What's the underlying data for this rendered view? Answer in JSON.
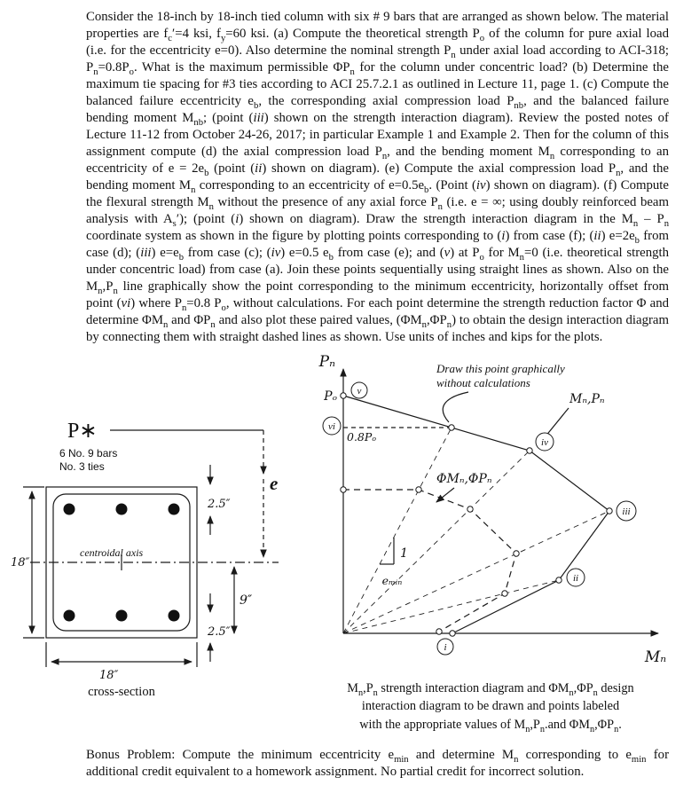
{
  "page": {
    "body_html": "Consider the 18-inch by 18-inch tied column with six # 9 bars that are arranged as shown below. The material properties are f<sub>c</sub>′=4 ksi, f<sub>y</sub>=60 ksi. (a) Compute the theoretical strength P<sub>o</sub> of the column for pure axial load (i.e. for the eccentricity e=0). Also determine the nominal strength P<sub>n</sub> under axial load according to ACI-318; P<sub>n</sub>=0.8P<sub>o</sub>. What is the maximum permissible ΦP<sub>n</sub> for the column under concentric load? (b) Determine the maximum tie spacing for #3 ties according to ACI 25.7.2.1 as outlined in Lecture 11, page 1. (c) Compute the balanced failure eccentricity e<sub>b</sub>, the corresponding axial compression load P<sub>nb</sub>, and the balanced failure bending moment M<sub>nb</sub>; (point (<i>iii</i>) shown on the strength interaction diagram). Review the posted notes of Lecture 11-12 from October 24-26, 2017; in particular Example 1 and Example 2. Then for the column of this assignment compute (d) the axial compression load P<sub>n</sub>, and the bending moment M<sub>n</sub> corresponding to an eccentricity of e = 2e<sub>b</sub> (point (<i>ii</i>) shown on diagram). (e) Compute the axial compression load P<sub>n</sub>, and the bending moment M<sub>n</sub> corresponding to an eccentricity of e=0.5e<sub>b</sub>. (Point (<i>iv</i>) shown on diagram). (f) Compute the flexural strength M<sub>n</sub> without the presence of any axial force P<sub>n</sub> (i.e. e = ∞; using doubly reinforced beam analysis with A<sub>s</sub>′); (point (<i>i</i>) shown on diagram). Draw the strength interaction diagram in the M<sub>n</sub> – P<sub>n</sub> coordinate system as shown in the figure by plotting points corresponding to (<i>i</i>) from case (f); (<i>ii</i>) e=2e<sub>b</sub> from case (d); (<i>iii</i>) e=e<sub>b</sub> from case (c); (<i>iv</i>) e=0.5 e<sub>b</sub> from case (e); and (<i>v</i>) at P<sub>o</sub> for M<sub>n</sub>=0 (i.e. theoretical strength under concentric load) from case (a). Join these points sequentially using straight lines as shown. Also on the M<sub>n</sub>,P<sub>n</sub> line graphically show the point corresponding to the minimum eccentricity, horizontally offset from point (<i>vi</i>) where P<sub>n</sub>=0.8 P<sub>o</sub>, without calculations. For each point determine the strength reduction factor Φ and determine ΦM<sub>n</sub> and ΦP<sub>n</sub> and also plot these paired values, (ΦM<sub>n</sub>,ΦP<sub>n</sub>) to obtain the design interaction diagram by connecting them with straight dashed lines as shown. Use units of inches and kips for the plots.",
    "bonus_html": "Bonus Problem: Compute the minimum eccentricity e<sub>min</sub> and determine M<sub>n</sub> corresponding to e<sub>min</sub> for additional credit equivalent to a homework assignment. No partial credit for incorrect solution."
  },
  "figure": {
    "cross_section": {
      "load_label": "P∗",
      "bars_label": "6 No. 9 bars",
      "ties_label": "No. 3 ties",
      "e_label": "e",
      "top_cover": "2.5″",
      "half_depth": "9″",
      "bottom_cover": "2.5″",
      "height_dim": "18″",
      "width_dim": "18″",
      "centroid_label": "centroidal axis",
      "caption": "cross-section"
    },
    "diagram": {
      "y_axis": "Pₙ",
      "x_axis": "Mₙ",
      "po": "Pₒ",
      "po8": "0.8Pₒ",
      "curve": "Mₙ,Pₙ",
      "design": "ΦMₙ,ΦPₙ",
      "emin": "eₘᵢₙ",
      "slope": "1",
      "note1": "Draw this point graphically",
      "note2": "without calculations",
      "pt_i": "i",
      "pt_ii": "ii",
      "pt_iii": "iii",
      "pt_iv": "iv",
      "pt_v": "v",
      "pt_vi": "vi",
      "caption_html": "M<sub>n</sub>,P<sub>n</sub> strength interaction diagram and ΦM<sub>n</sub>,ΦP<sub>n</sub> design<br>interaction diagram to be drawn and points labeled<br>with the appropriate values of M<sub>n</sub>,P<sub>n</sub>.and ΦM<sub>n</sub>,ΦP<sub>n</sub>."
    }
  }
}
